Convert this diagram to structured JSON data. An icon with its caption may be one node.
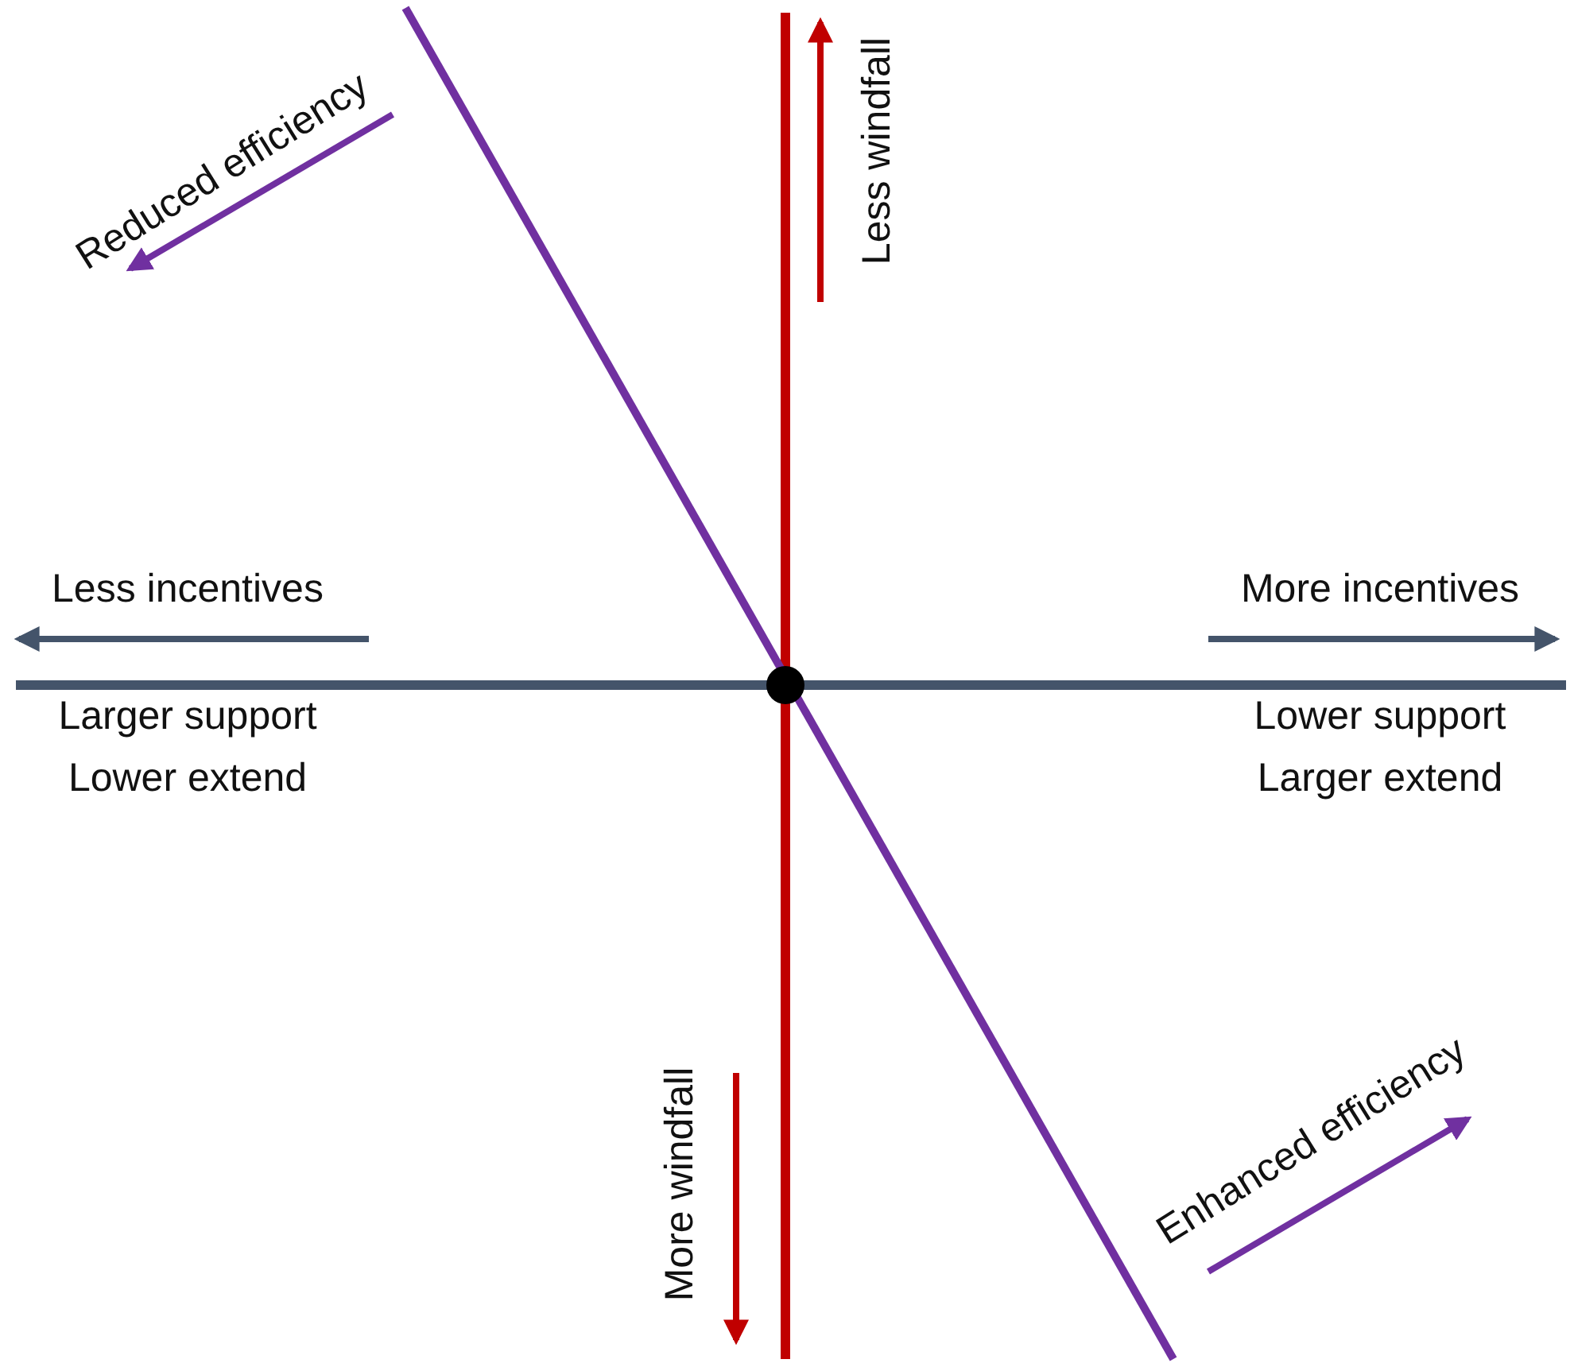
{
  "diagram": {
    "labels": [
      "Reduced efficiency",
      "Less windfall",
      "Less incentives",
      "More incentives",
      "Larger support",
      "Lower extend",
      "Lower support",
      "Larger extend",
      "More windfall",
      "Enhanced efficiency"
    ]
  }
}
